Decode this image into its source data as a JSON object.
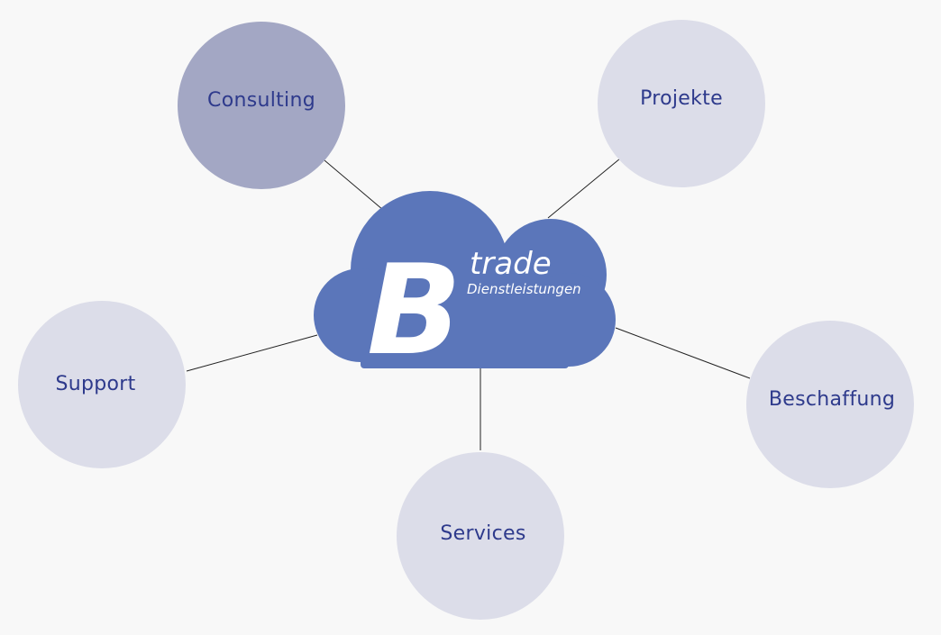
{
  "center": {
    "logo_letter": "B",
    "logo_word": "trade",
    "logo_sub": "Dienstleistungen",
    "fill": "#5b76ba"
  },
  "nodes": [
    {
      "id": "consulting",
      "label": "Consulting",
      "fill": "#a3a7c4"
    },
    {
      "id": "projekte",
      "label": "Projekte",
      "fill": "#dcdde9"
    },
    {
      "id": "support",
      "label": "Support",
      "fill": "#dcdde9"
    },
    {
      "id": "beschaffung",
      "label": "Beschaffung",
      "fill": "#dcdde9"
    },
    {
      "id": "services",
      "label": "Services",
      "fill": "#dcdde9"
    }
  ],
  "colors": {
    "background": "#f8f8f8",
    "label_text": "#2e3a8c",
    "connector": "#222222"
  }
}
